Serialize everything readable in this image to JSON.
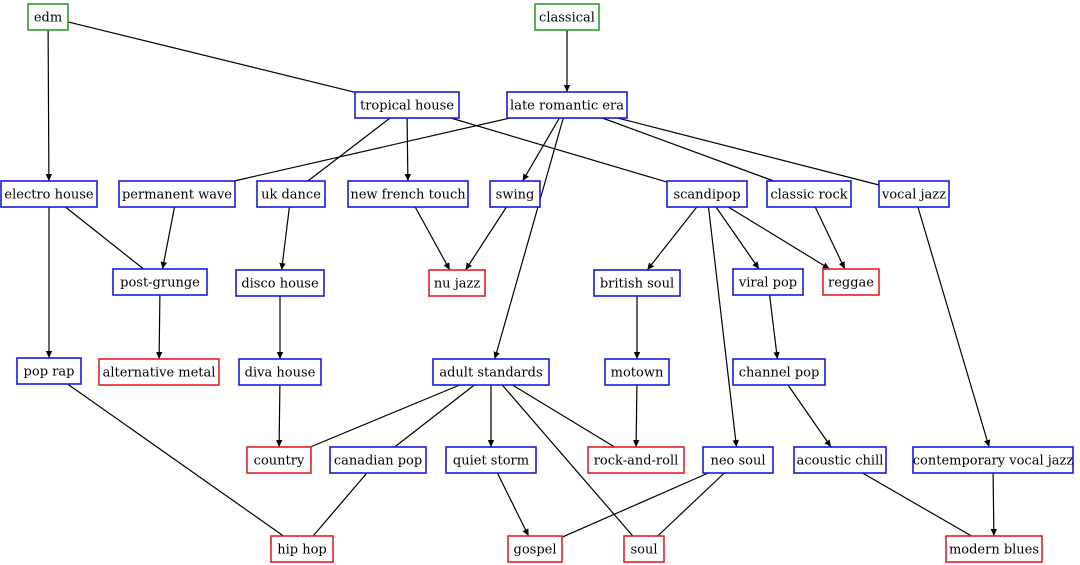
{
  "colors": {
    "source": "#2e9d2e",
    "intermediate": "#1a1adb",
    "leaf": "#e02020",
    "edge": "#000000"
  },
  "nodes": {
    "edm": {
      "label": "edm",
      "kind": "source"
    },
    "classical": {
      "label": "classical",
      "kind": "source"
    },
    "tropical_house": {
      "label": "tropical house",
      "kind": "intermediate"
    },
    "late_romantic_era": {
      "label": "late romantic era",
      "kind": "intermediate"
    },
    "electro_house": {
      "label": "electro house",
      "kind": "intermediate"
    },
    "permanent_wave": {
      "label": "permanent wave",
      "kind": "intermediate"
    },
    "uk_dance": {
      "label": "uk dance",
      "kind": "intermediate"
    },
    "new_french_touch": {
      "label": "new french touch",
      "kind": "intermediate"
    },
    "swing": {
      "label": "swing",
      "kind": "intermediate"
    },
    "scandipop": {
      "label": "scandipop",
      "kind": "intermediate"
    },
    "classic_rock": {
      "label": "classic rock",
      "kind": "intermediate"
    },
    "vocal_jazz": {
      "label": "vocal jazz",
      "kind": "intermediate"
    },
    "post_grunge": {
      "label": "post-grunge",
      "kind": "intermediate"
    },
    "disco_house": {
      "label": "disco house",
      "kind": "intermediate"
    },
    "nu_jazz": {
      "label": "nu jazz",
      "kind": "leaf"
    },
    "british_soul": {
      "label": "british soul",
      "kind": "intermediate"
    },
    "viral_pop": {
      "label": "viral pop",
      "kind": "intermediate"
    },
    "reggae": {
      "label": "reggae",
      "kind": "leaf"
    },
    "pop_rap": {
      "label": "pop rap",
      "kind": "intermediate"
    },
    "alternative_metal": {
      "label": "alternative metal",
      "kind": "leaf"
    },
    "diva_house": {
      "label": "diva house",
      "kind": "intermediate"
    },
    "adult_standards": {
      "label": "adult standards",
      "kind": "intermediate"
    },
    "motown": {
      "label": "motown",
      "kind": "intermediate"
    },
    "channel_pop": {
      "label": "channel pop",
      "kind": "intermediate"
    },
    "country": {
      "label": "country",
      "kind": "leaf"
    },
    "canadian_pop": {
      "label": "canadian pop",
      "kind": "intermediate"
    },
    "quiet_storm": {
      "label": "quiet storm",
      "kind": "intermediate"
    },
    "rock_and_roll": {
      "label": "rock-and-roll",
      "kind": "leaf"
    },
    "neo_soul": {
      "label": "neo soul",
      "kind": "intermediate"
    },
    "acoustic_chill": {
      "label": "acoustic chill",
      "kind": "intermediate"
    },
    "contemporary_vocal_jazz": {
      "label": "contemporary vocal jazz",
      "kind": "intermediate"
    },
    "hip_hop": {
      "label": "hip hop",
      "kind": "leaf"
    },
    "gospel": {
      "label": "gospel",
      "kind": "leaf"
    },
    "soul": {
      "label": "soul",
      "kind": "leaf"
    },
    "modern_blues": {
      "label": "modern blues",
      "kind": "leaf"
    }
  },
  "edges": [
    {
      "from": "edm",
      "to": "electro_house",
      "arrow": true
    },
    {
      "from": "edm",
      "to": "tropical_house",
      "arrow": false
    },
    {
      "from": "classical",
      "to": "late_romantic_era",
      "arrow": true
    },
    {
      "from": "tropical_house",
      "to": "uk_dance",
      "arrow": false
    },
    {
      "from": "tropical_house",
      "to": "new_french_touch",
      "arrow": true
    },
    {
      "from": "tropical_house",
      "to": "scandipop",
      "arrow": false
    },
    {
      "from": "late_romantic_era",
      "to": "permanent_wave",
      "arrow": false
    },
    {
      "from": "late_romantic_era",
      "to": "swing",
      "arrow": true
    },
    {
      "from": "late_romantic_era",
      "to": "adult_standards",
      "arrow": true
    },
    {
      "from": "late_romantic_era",
      "to": "classic_rock",
      "arrow": false
    },
    {
      "from": "late_romantic_era",
      "to": "vocal_jazz",
      "arrow": false
    },
    {
      "from": "electro_house",
      "to": "pop_rap",
      "arrow": true
    },
    {
      "from": "electro_house",
      "to": "post_grunge",
      "arrow": false
    },
    {
      "from": "permanent_wave",
      "to": "post_grunge",
      "arrow": true
    },
    {
      "from": "uk_dance",
      "to": "disco_house",
      "arrow": true
    },
    {
      "from": "new_french_touch",
      "to": "nu_jazz",
      "arrow": true
    },
    {
      "from": "swing",
      "to": "nu_jazz",
      "arrow": true
    },
    {
      "from": "scandipop",
      "to": "british_soul",
      "arrow": true
    },
    {
      "from": "scandipop",
      "to": "viral_pop",
      "arrow": true
    },
    {
      "from": "scandipop",
      "to": "reggae",
      "arrow": true
    },
    {
      "from": "scandipop",
      "to": "neo_soul",
      "arrow": true
    },
    {
      "from": "classic_rock",
      "to": "reggae",
      "arrow": true
    },
    {
      "from": "vocal_jazz",
      "to": "contemporary_vocal_jazz",
      "arrow": true
    },
    {
      "from": "post_grunge",
      "to": "alternative_metal",
      "arrow": true
    },
    {
      "from": "disco_house",
      "to": "diva_house",
      "arrow": true
    },
    {
      "from": "british_soul",
      "to": "motown",
      "arrow": true
    },
    {
      "from": "viral_pop",
      "to": "channel_pop",
      "arrow": true
    },
    {
      "from": "pop_rap",
      "to": "hip_hop",
      "arrow": false
    },
    {
      "from": "diva_house",
      "to": "country",
      "arrow": true
    },
    {
      "from": "adult_standards",
      "to": "country",
      "arrow": false
    },
    {
      "from": "adult_standards",
      "to": "canadian_pop",
      "arrow": false
    },
    {
      "from": "adult_standards",
      "to": "quiet_storm",
      "arrow": true
    },
    {
      "from": "adult_standards",
      "to": "rock_and_roll",
      "arrow": false
    },
    {
      "from": "adult_standards",
      "to": "soul",
      "arrow": false
    },
    {
      "from": "motown",
      "to": "rock_and_roll",
      "arrow": true
    },
    {
      "from": "channel_pop",
      "to": "acoustic_chill",
      "arrow": true
    },
    {
      "from": "canadian_pop",
      "to": "hip_hop",
      "arrow": false
    },
    {
      "from": "quiet_storm",
      "to": "gospel",
      "arrow": true
    },
    {
      "from": "neo_soul",
      "to": "gospel",
      "arrow": false
    },
    {
      "from": "neo_soul",
      "to": "soul",
      "arrow": false
    },
    {
      "from": "acoustic_chill",
      "to": "modern_blues",
      "arrow": false
    },
    {
      "from": "contemporary_vocal_jazz",
      "to": "modern_blues",
      "arrow": true
    }
  ]
}
